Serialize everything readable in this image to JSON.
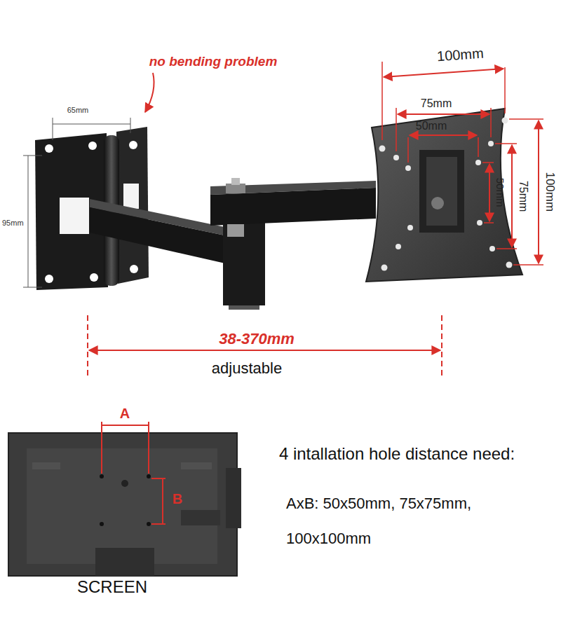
{
  "diagram": {
    "labels": [
      "no bending problem",
      "65mm",
      "95mm",
      "100mm",
      "75mm",
      "50mm",
      "50mm",
      "75mm",
      "100mm",
      "38-370mm",
      "adjustable",
      "A",
      "B",
      "SCREEN",
      "4 intallation hole distance need:",
      "AxB: 50x50mm, 75x75mm, 100x100mm"
    ]
  }
}
